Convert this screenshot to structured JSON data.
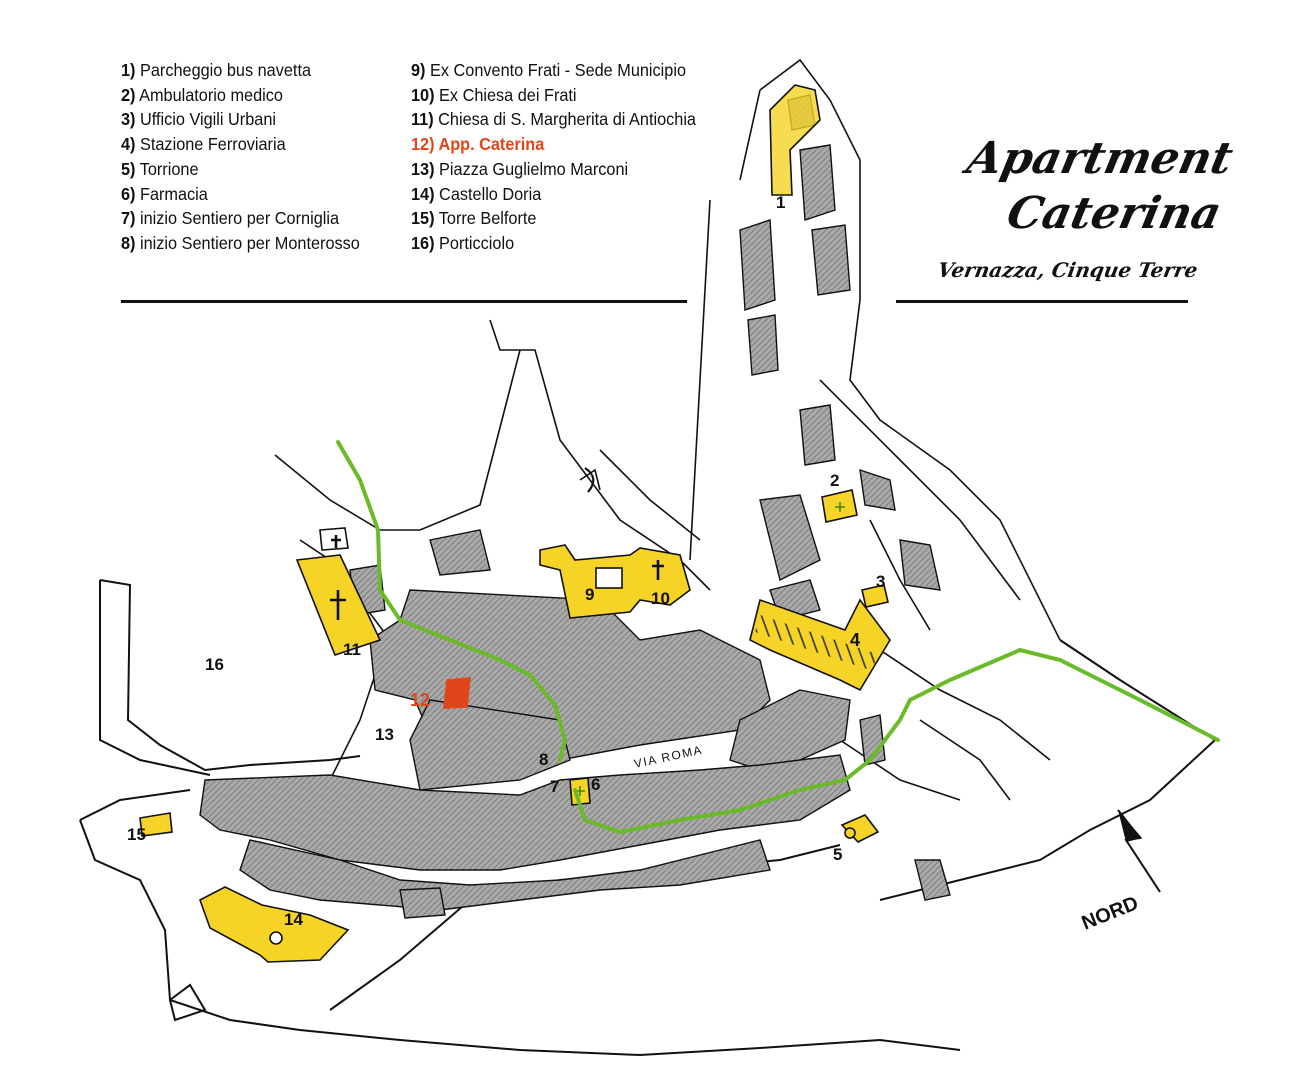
{
  "title": {
    "line1": "Apartment",
    "line2": "Caterina",
    "subtitle": "Vernazza, Cinque Terre"
  },
  "legend": [
    {
      "num": "1)",
      "label": "Parcheggio bus navetta"
    },
    {
      "num": "2)",
      "label": "Ambulatorio medico"
    },
    {
      "num": "3)",
      "label": "Ufficio Vigili Urbani"
    },
    {
      "num": "4)",
      "label": "Stazione Ferroviaria"
    },
    {
      "num": "5)",
      "label": "Torrione"
    },
    {
      "num": "6)",
      "label": "Farmacia"
    },
    {
      "num": "7)",
      "label": "inizio Sentiero per Corniglia"
    },
    {
      "num": "8)",
      "label": "inizio Sentiero per Monterosso"
    },
    {
      "num": "9)",
      "label": "Ex Convento Frati - Sede Municipio"
    },
    {
      "num": "10)",
      "label": "Ex Chiesa dei Frati"
    },
    {
      "num": "11)",
      "label": "Chiesa di S. Margherita di Antiochia"
    },
    {
      "num": "12)",
      "label": "App. Caterina",
      "highlight": true
    },
    {
      "num": "13)",
      "label": "Piazza Guglielmo Marconi"
    },
    {
      "num": "14)",
      "label": "Castello Doria"
    },
    {
      "num": "15)",
      "label": "Torre Belforte"
    },
    {
      "num": "16)",
      "label": "Porticciolo"
    }
  ],
  "map_labels": {
    "m1": "1",
    "m2": "2",
    "m3": "3",
    "m4": "4",
    "m5": "5",
    "m6": "6",
    "m7": "7",
    "m8": "8",
    "m9": "9",
    "m10": "10",
    "m11": "11",
    "m12": "12",
    "m13": "13",
    "m14": "14",
    "m15": "15",
    "m16": "16"
  },
  "street": "VIA ROMA",
  "north": "NORD",
  "colors": {
    "landmark": "#f5d327",
    "highlight": "#e0461a",
    "building": "#a9a9a9",
    "trail": "#6aba29",
    "ink": "#111111"
  }
}
